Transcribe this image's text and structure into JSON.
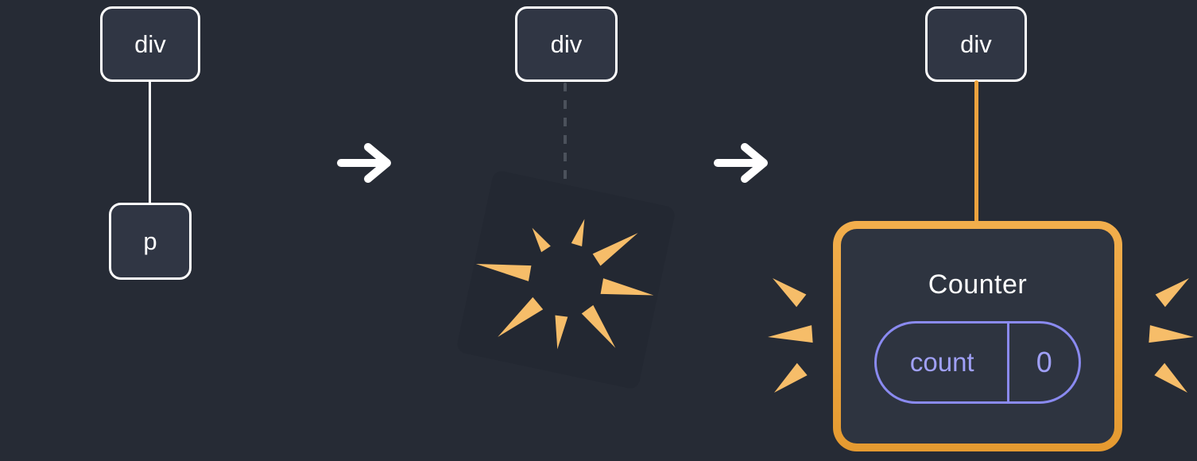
{
  "stage1": {
    "parent_label": "div",
    "child_label": "p"
  },
  "stage2": {
    "parent_label": "div"
  },
  "stage3": {
    "parent_label": "div",
    "counter_title": "Counter",
    "state_name": "count",
    "state_value": "0"
  },
  "colors": {
    "background": "#262b35",
    "node-fill": "#303644",
    "node-border": "#ffffff",
    "text-white": "#ffffff",
    "dashed-line": "#4b515b",
    "accent-orange": "#eda33e",
    "spark-orange": "#f6bd69",
    "purple": "#8a8af0",
    "purple-text": "#a0a0f7",
    "poof-fill": "#232832",
    "card-fill": "#2e3440"
  }
}
